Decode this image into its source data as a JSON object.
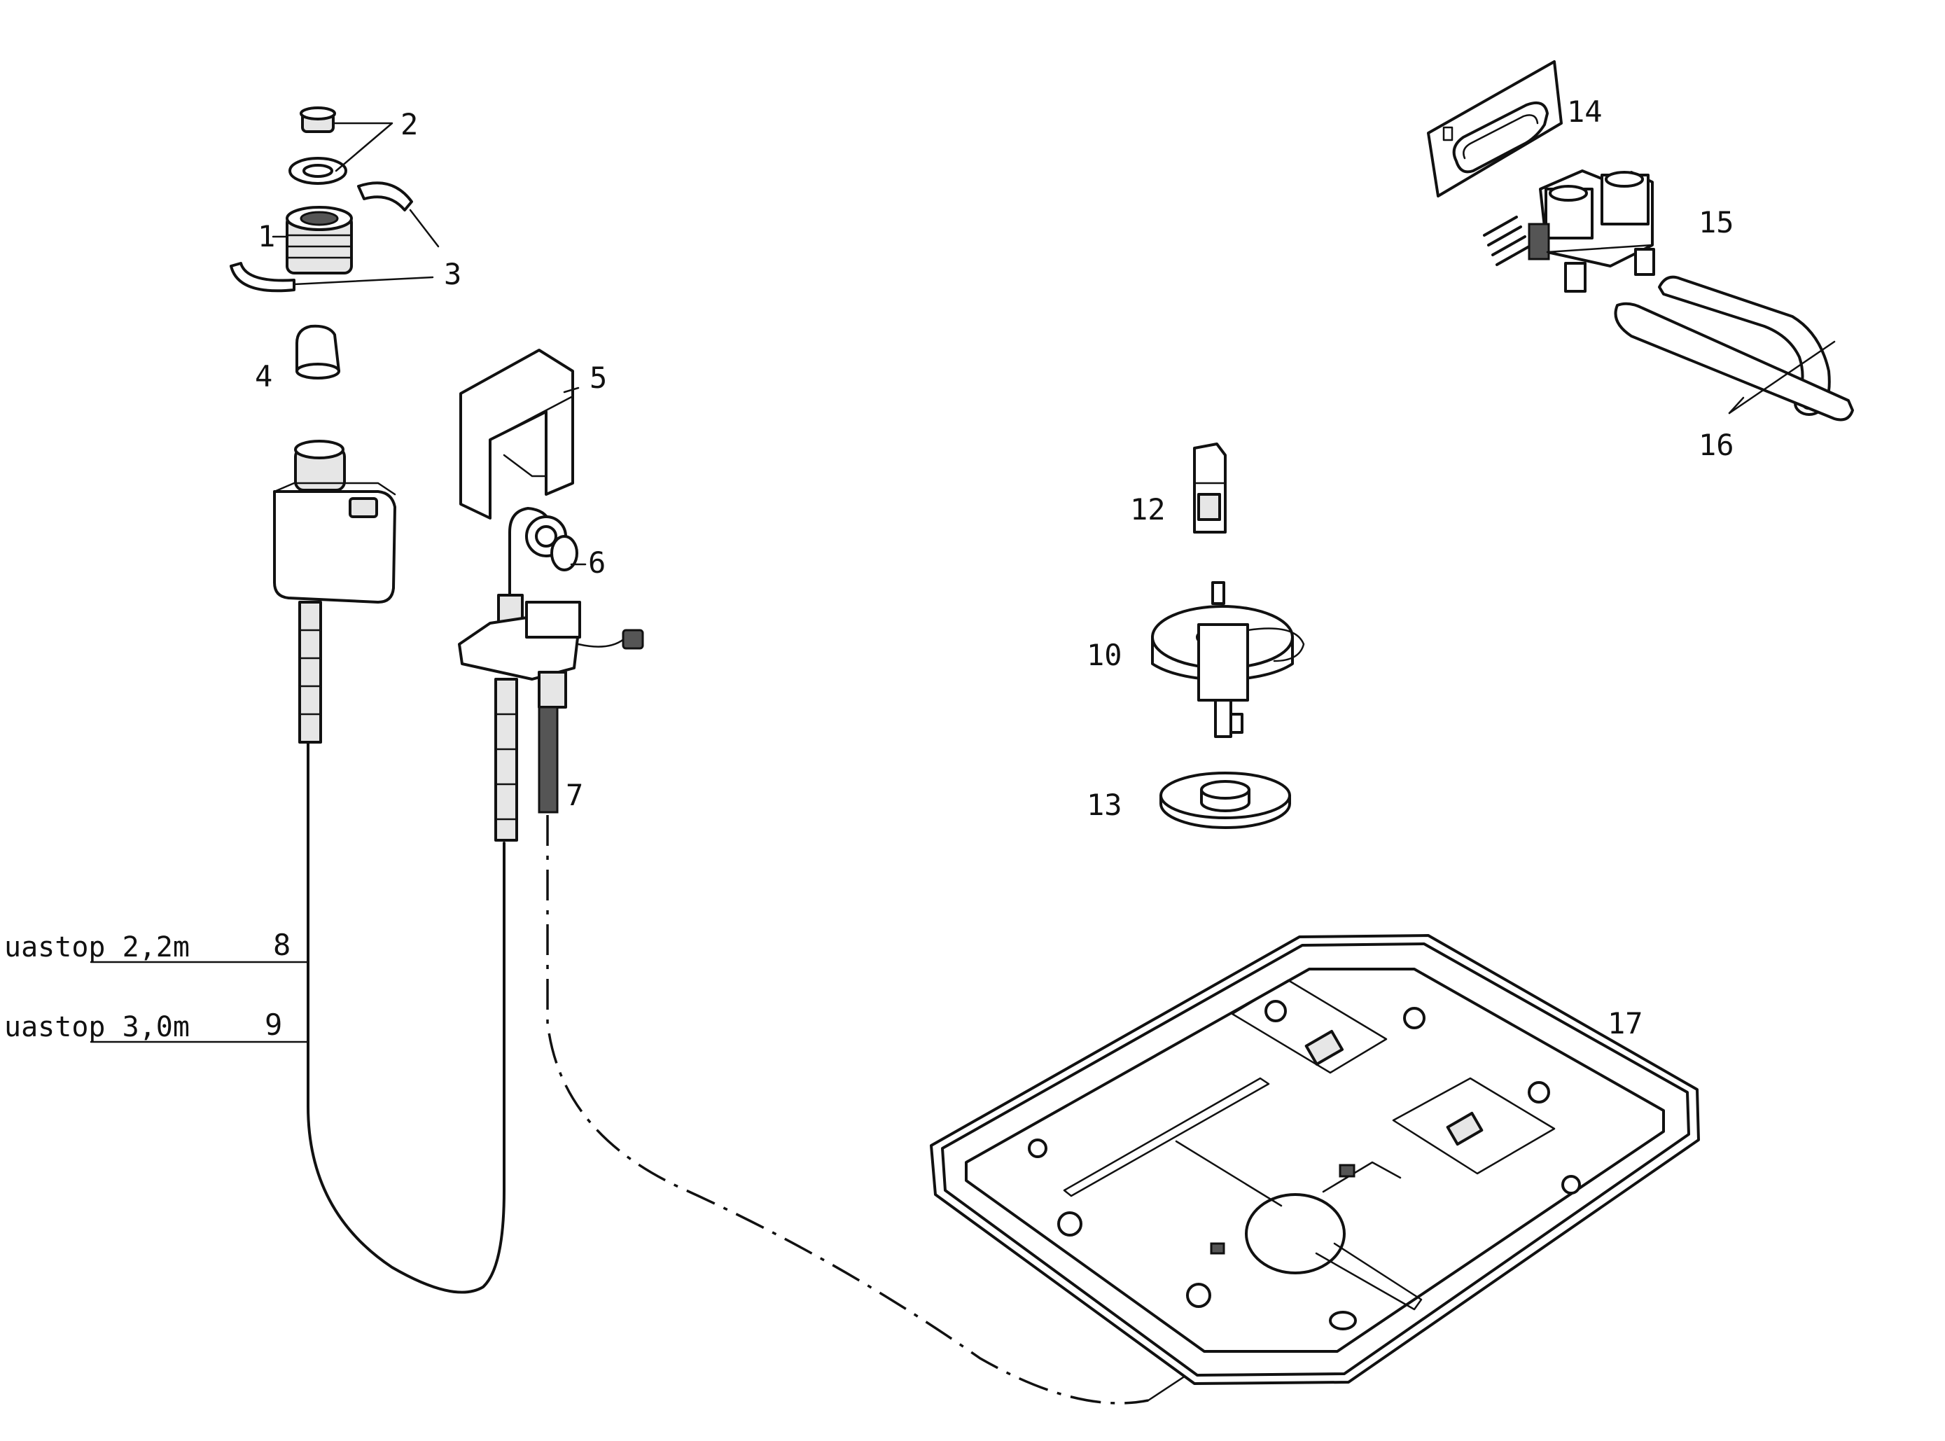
{
  "diagram": {
    "labels": {
      "p1": "1",
      "p2": "2",
      "p3": "3",
      "p4": "4",
      "p5": "5",
      "p6": "6",
      "p7": "7",
      "p8": "8",
      "p9": "9",
      "p10": "10",
      "p12": "12",
      "p13": "13",
      "p14": "14",
      "p15": "15",
      "p16": "16",
      "p17": "17"
    },
    "hose_labels": {
      "h22": "uastop 2,2m",
      "h30": "uastop 3,0m"
    },
    "colors": {
      "line": "#111111",
      "background": "#ffffff"
    }
  }
}
